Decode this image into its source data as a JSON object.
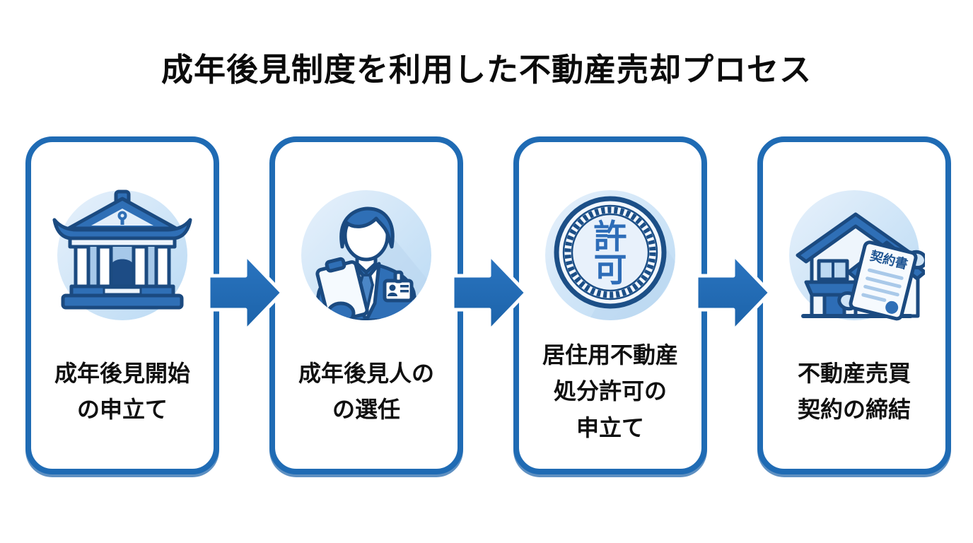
{
  "title": "成年後見制度を利用した不動産売却プロセス",
  "colors": {
    "accent_blue": "#1f6bb4",
    "icon_blue": "#2f6fb6",
    "icon_outline_navy": "#1b4a80",
    "seal_navy": "#1c4f87",
    "light_circle_blue": "#cfe3f6",
    "title_text": "#0b0b0b"
  },
  "steps": [
    {
      "id": 1,
      "icon": "courthouse-icon",
      "lines": [
        "成年後見開始",
        "の申立て"
      ]
    },
    {
      "id": 2,
      "icon": "guardian-person-icon",
      "lines": [
        "成年後見人の",
        "の選任"
      ]
    },
    {
      "id": 3,
      "icon": "permission-seal-icon",
      "seal_chars": [
        "許",
        "可"
      ],
      "lines": [
        "居住用不動産",
        "処分許可の",
        "申立て"
      ]
    },
    {
      "id": 4,
      "icon": "house-contract-icon",
      "document_label": "契約書",
      "lines": [
        "不動産売買",
        "契約の締結"
      ]
    }
  ]
}
